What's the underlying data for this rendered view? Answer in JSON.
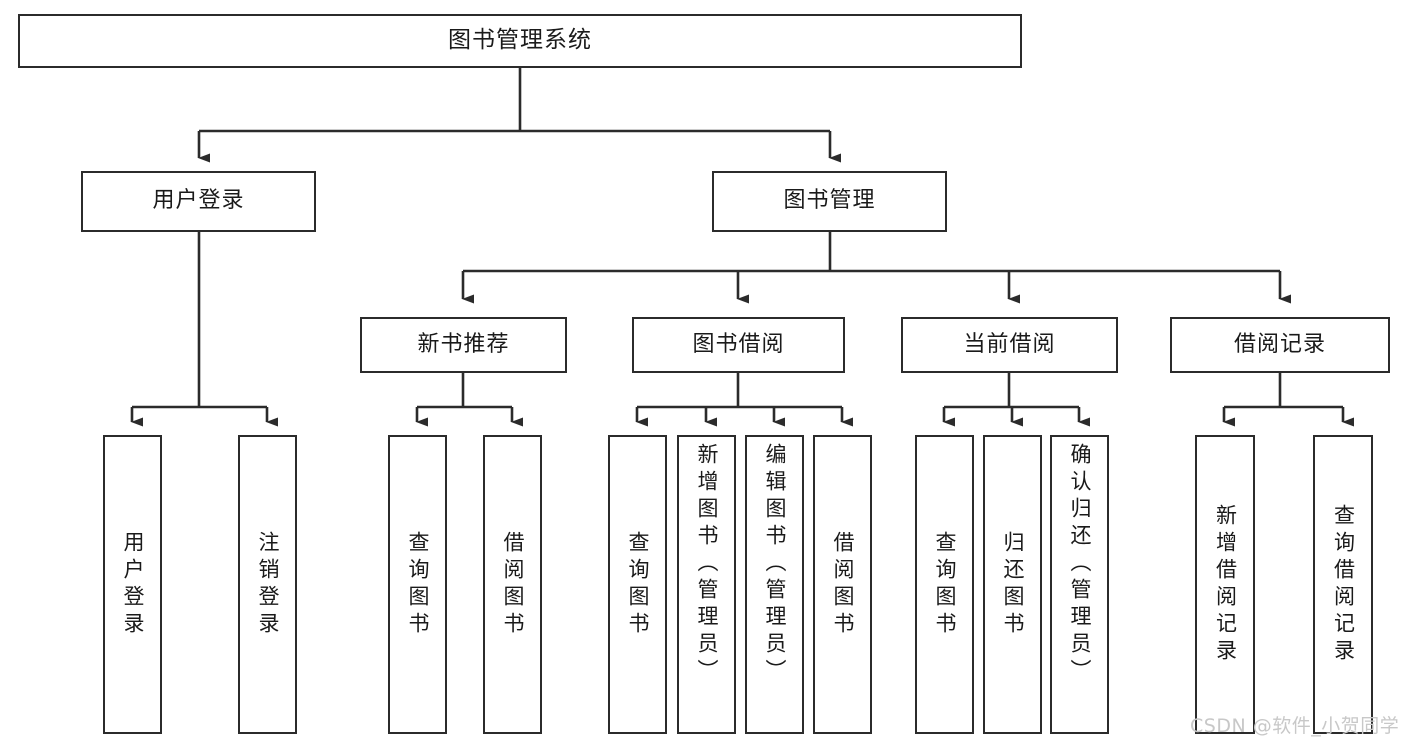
{
  "diagram": {
    "type": "hierarchy-tree",
    "title": "图书管理系统",
    "root": {
      "label": "图书管理系统"
    },
    "level2": [
      {
        "label": "用户登录"
      },
      {
        "label": "图书管理"
      }
    ],
    "level3": [
      {
        "label": "新书推荐"
      },
      {
        "label": "图书借阅"
      },
      {
        "label": "当前借阅"
      },
      {
        "label": "借阅记录"
      }
    ],
    "leaves": {
      "user_login": [
        {
          "label": "用户登录"
        },
        {
          "label": "注销登录"
        }
      ],
      "new_book_recommend": [
        {
          "label": "查询图书"
        },
        {
          "label": "借阅图书"
        }
      ],
      "book_borrow": [
        {
          "label": "查询图书"
        },
        {
          "label": "新增图书（管理员）"
        },
        {
          "label": "编辑图书（管理员）"
        },
        {
          "label": "借阅图书"
        }
      ],
      "current_borrow": [
        {
          "label": "查询图书"
        },
        {
          "label": "归还图书"
        },
        {
          "label": "确认归还（管理员）"
        }
      ],
      "borrow_record": [
        {
          "label": "新增借阅记录"
        },
        {
          "label": "查询借阅记录"
        }
      ]
    }
  },
  "watermark": {
    "text": "CSDN @软件_小贺同学"
  },
  "colors": {
    "background": "#ffffff",
    "box_border": "#2b2b2b",
    "box_fill": "#ffffff",
    "text": "#1a1a1a",
    "connector": "#2b2b2b",
    "watermark": "#c8c8c8"
  }
}
